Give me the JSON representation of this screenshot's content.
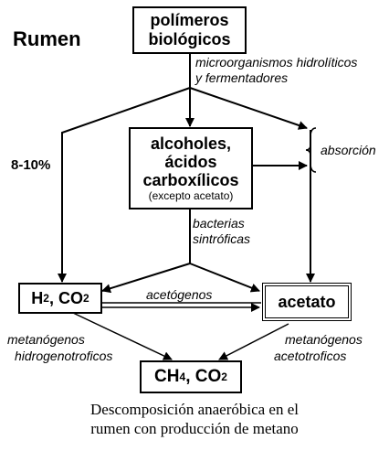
{
  "title": "Rumen",
  "nodes": {
    "polymers": {
      "line1": "polímeros",
      "line2": "biológicos"
    },
    "alcohols": {
      "line1": "alcoholes,",
      "line2": "ácidos",
      "line3": "carboxílicos",
      "line4": "(excepto acetato)"
    },
    "h2co2": {
      "main": "H",
      "sub1": "2",
      "mid": ", CO",
      "sub2": "2"
    },
    "acetate": {
      "label": "acetato"
    },
    "ch4co2": {
      "main": "CH",
      "sub1": "4",
      "mid": ", CO",
      "sub2": "2"
    }
  },
  "edge_labels": {
    "microorganisms": {
      "line1": "microorganismos hidrolíticos",
      "line2": "y fermentadores"
    },
    "percentage": "8-10%",
    "absorption": "absorción",
    "syntrophic": {
      "line1": "bacterias",
      "line2": "sintróficas"
    },
    "acetogens": "acetógenos",
    "hydrogenotrophic": {
      "line1": "metanógenos",
      "line2": "hidrogenotroficos"
    },
    "acetotrophic": {
      "line1": "metanógenos",
      "line2": "acetotroficos"
    }
  },
  "caption": {
    "line1": "Descomposición anaeróbica en el",
    "line2": "rumen con producción de metano"
  }
}
